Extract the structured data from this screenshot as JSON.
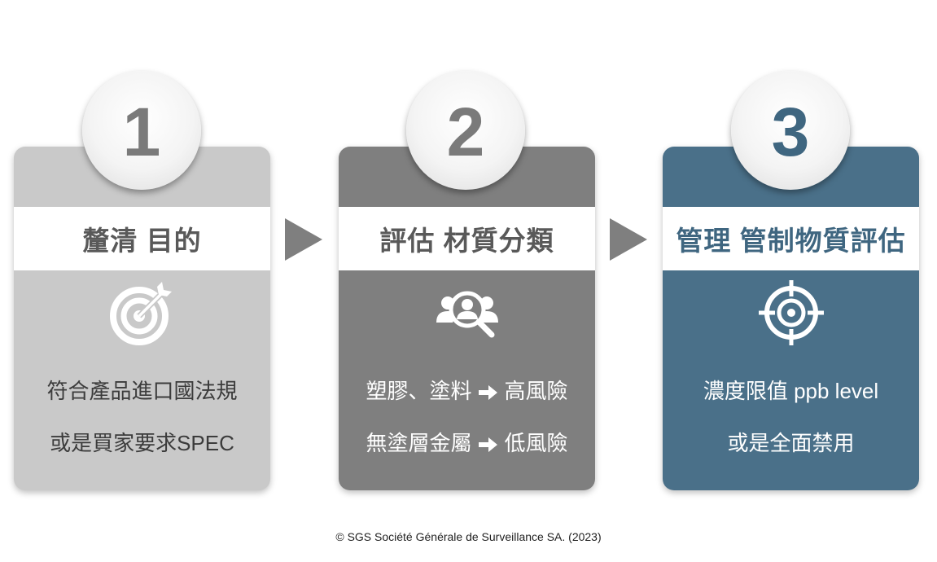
{
  "steps": [
    {
      "number": "1",
      "title": "釐清 目的",
      "icon": "target-arrow-icon",
      "line1": "符合產品進口國法規",
      "line2": "或是買家要求SPEC"
    },
    {
      "number": "2",
      "title": "評估 材質分類",
      "icon": "people-search-icon",
      "line1_left": "塑膠、塗料",
      "line1_right": "高風險",
      "line2_left": "無塗層金屬",
      "line2_right": "低風險"
    },
    {
      "number": "3",
      "title": "管理 管制物質評估",
      "icon": "crosshair-icon",
      "line1": "濃度限值 ppb level",
      "line2": "或是全面禁用"
    }
  ],
  "footer": "© SGS Société Générale de Surveillance SA. (2023)",
  "colors": {
    "card1": "#c9c9c9",
    "card2": "#7f7f7f",
    "card3": "#4a7089",
    "accent_blue": "#3f6680",
    "arrow": "#7f7f7f"
  }
}
